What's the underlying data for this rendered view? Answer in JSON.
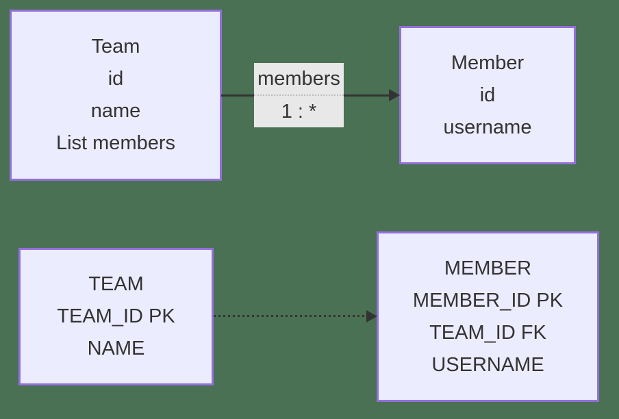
{
  "background_color": "#4a7153",
  "theme": {
    "node_fill": "#ECECFF",
    "node_border": "#9370DB",
    "text_color": "#333333",
    "edge_color": "#333333",
    "edge_label_bg": "#e8e8e8"
  },
  "class_diagram": {
    "team_node": {
      "lines": [
        "Team",
        "id",
        "name",
        "List members"
      ]
    },
    "member_node": {
      "lines": [
        "Member",
        "id",
        "username"
      ]
    },
    "edge": {
      "label": "members",
      "cardinality": "1 : *",
      "style": "solid",
      "direction": "team-to-member"
    }
  },
  "er_diagram": {
    "team_node": {
      "lines": [
        "TEAM",
        "TEAM_ID PK",
        "NAME"
      ]
    },
    "member_node": {
      "lines": [
        "MEMBER",
        "MEMBER_ID PK",
        "TEAM_ID FK",
        "USERNAME"
      ]
    },
    "edge": {
      "label": "",
      "style": "dotted",
      "direction": "team-to-member"
    }
  }
}
